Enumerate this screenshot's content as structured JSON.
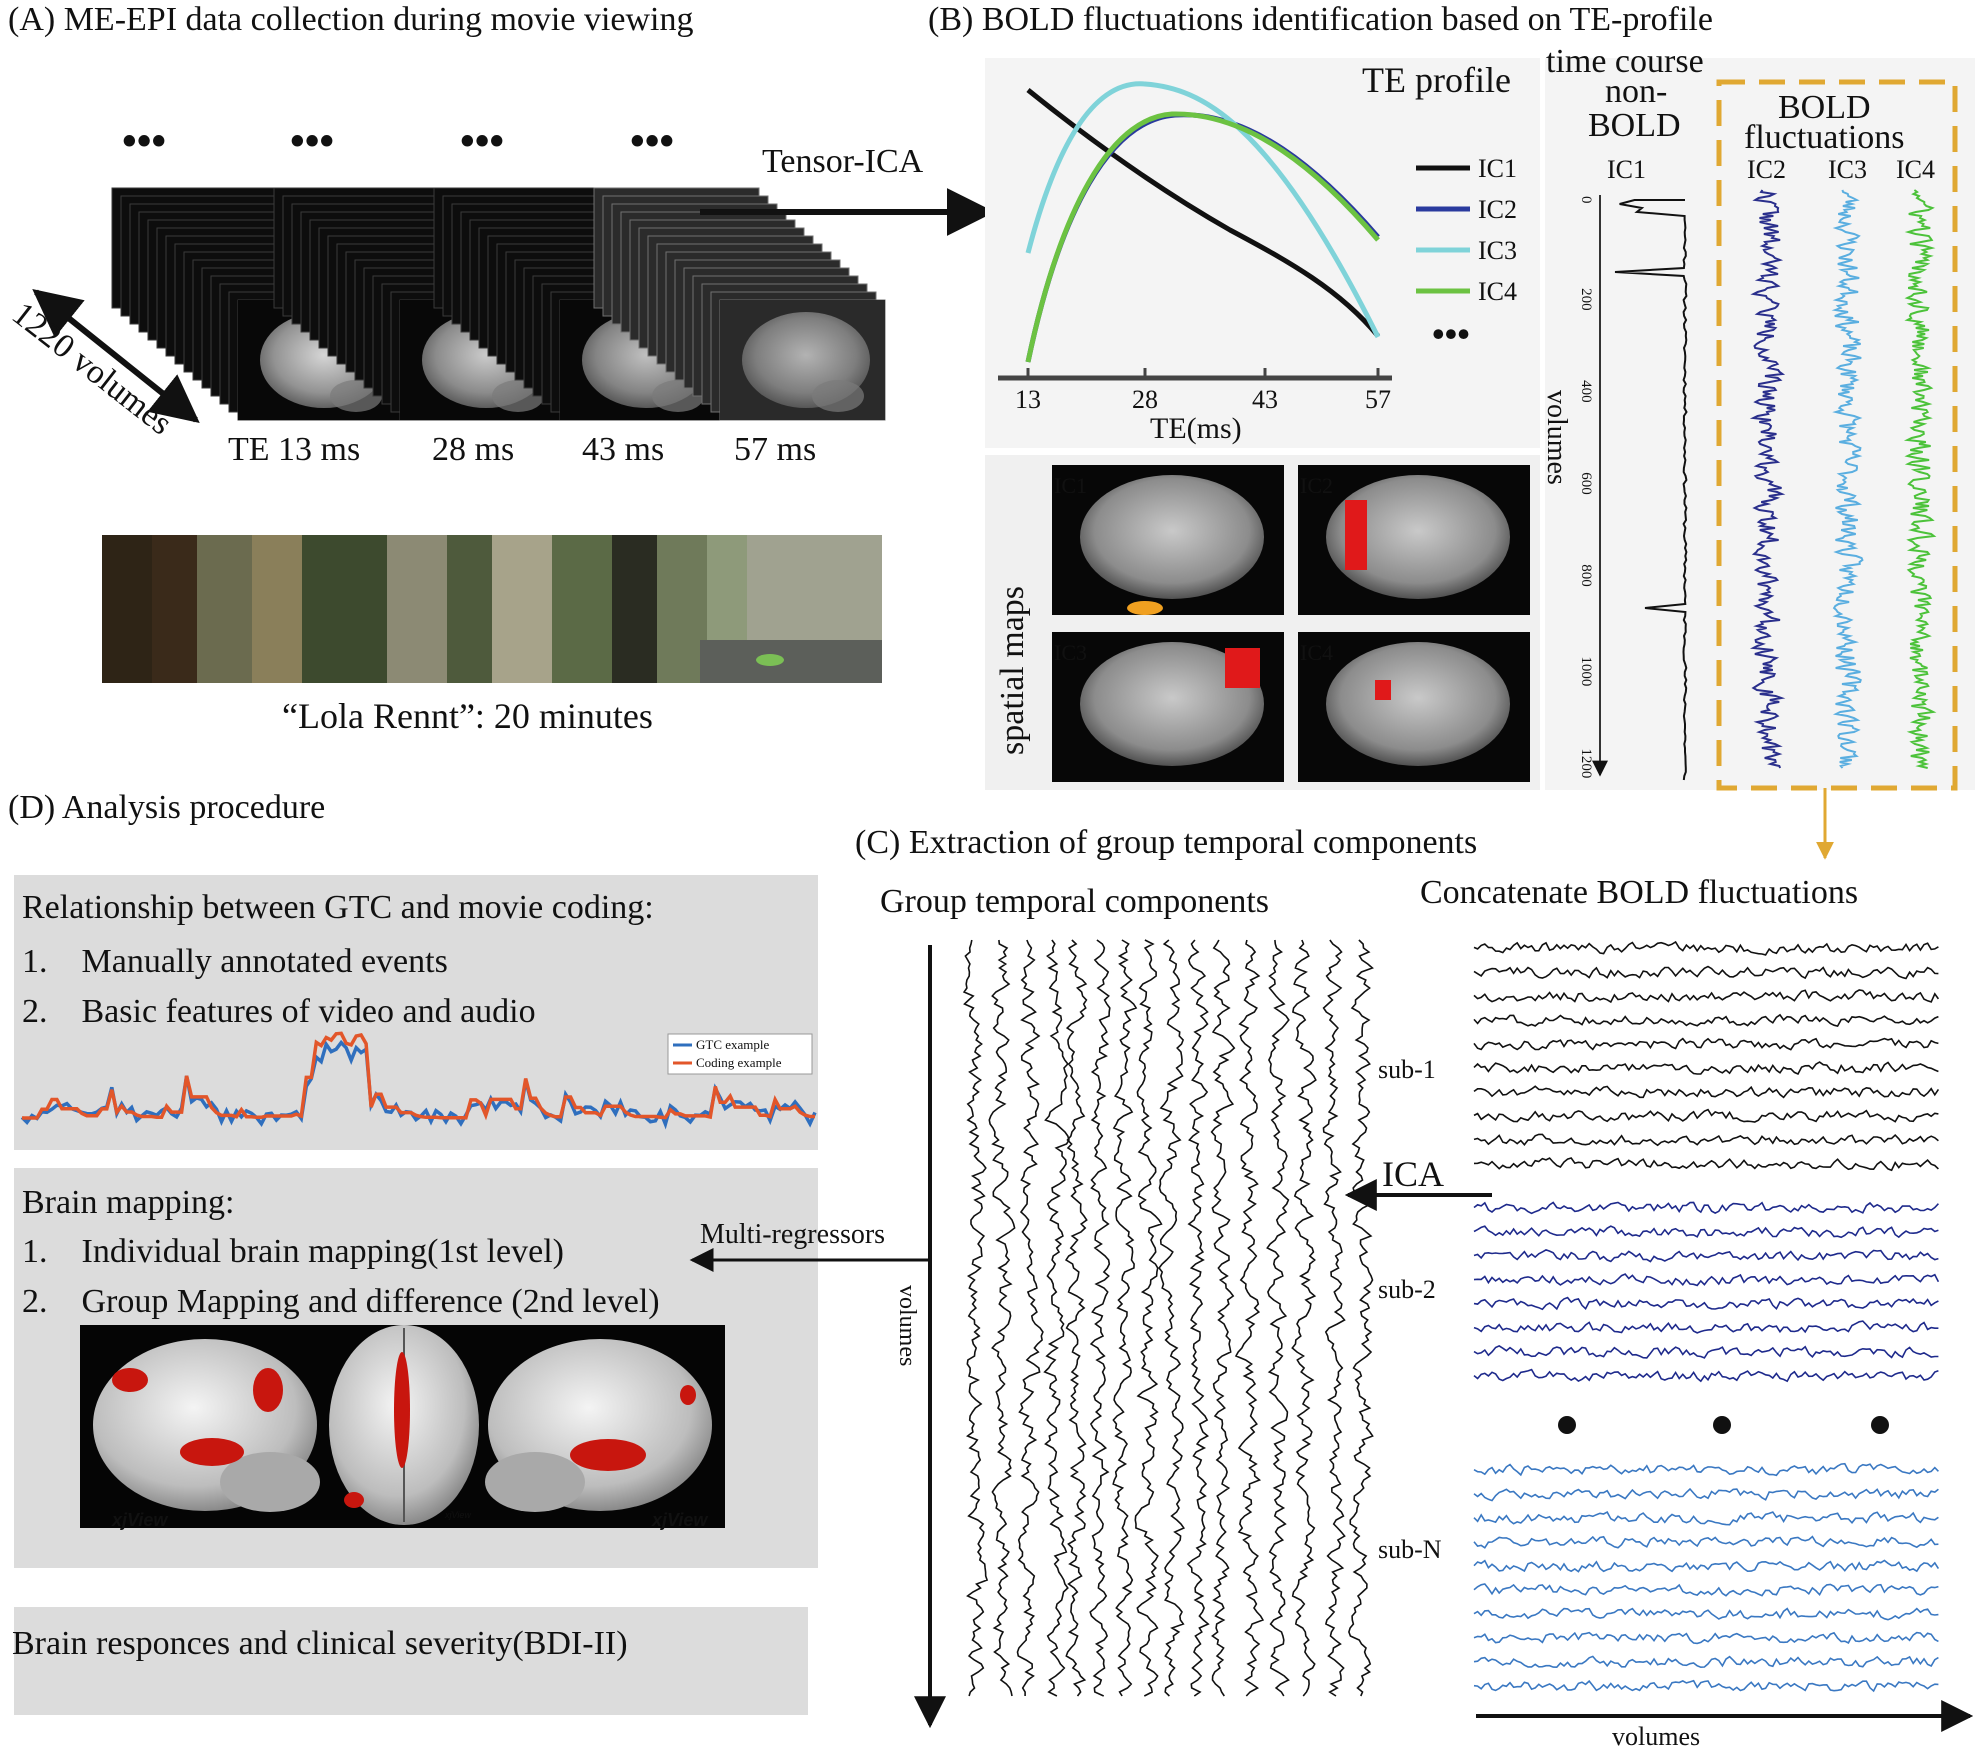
{
  "panels": {
    "a_title": "(A) ME-EPI data collection during movie viewing",
    "b_title": "(B) BOLD fluctuations identification based on TE-profile",
    "c_title": "(C) Extraction of group temporal components",
    "d_title": "(D) Analysis procedure"
  },
  "panel_a": {
    "ellipsis": "•••",
    "volumes_label": "1220 volumes",
    "te_labels": [
      "TE 13 ms",
      "28 ms",
      "43 ms",
      "57 ms"
    ],
    "movie_caption": "“Lola Rennt”: 20 minutes"
  },
  "panel_b": {
    "tensor_ica": "Tensor-ICA",
    "te_profile_title": "TE profile",
    "te_axis": {
      "ticks": [
        "13",
        "28",
        "43",
        "57"
      ],
      "xlabel": "TE(ms)"
    },
    "legend": [
      {
        "name": "IC1",
        "color": "#111111"
      },
      {
        "name": "IC2",
        "color": "#2a3a9e"
      },
      {
        "name": "IC3",
        "color": "#7fd3d9"
      },
      {
        "name": "IC4",
        "color": "#6cc242"
      }
    ],
    "legend_more": "•••",
    "spatial_maps_label": "spatial maps",
    "map_labels": [
      "IC1",
      "IC2",
      "IC3",
      "IC4"
    ],
    "time_course_label": "time course",
    "non_bold": [
      "non-",
      "BOLD"
    ],
    "bold_fluct": [
      "BOLD",
      "fluctuations"
    ],
    "tc_labels": [
      "IC1",
      "IC2",
      "IC3",
      "IC4"
    ],
    "volumes_axis": {
      "label": "volumes",
      "ticks": [
        "0",
        "200",
        "400",
        "600",
        "800",
        "1000",
        "1200"
      ]
    },
    "accent_color": "#e0a832"
  },
  "panel_c": {
    "gtc_title": "Group temporal components",
    "concat_title": "Concatenate BOLD fluctuations",
    "volumes_label": "volumes",
    "ica_label": "ICA",
    "subjects": [
      {
        "name": "sub-1",
        "color": "#111111"
      },
      {
        "name": "sub-2",
        "color": "#1e2a8c"
      },
      {
        "name": "sub-N",
        "color": "#3a78c2"
      }
    ],
    "concat_volumes": "volumes"
  },
  "panel_d": {
    "box1_title": "Relationship between GTC and movie coding:",
    "box1_items": [
      "1.    Manually annotated events",
      "2.    Basic features of video and audio"
    ],
    "legend": [
      {
        "name": "GTC example",
        "color": "#2f6fbe"
      },
      {
        "name": "Coding example",
        "color": "#e2562a"
      }
    ],
    "box2_title": "Brain mapping:",
    "box2_items": [
      "1.    Individual brain mapping(1st level)",
      "2.    Group Mapping and difference (2nd level)"
    ],
    "multi_regressors": "Multi-regressors",
    "xjview": "xjView",
    "box3_title": "Brain responces and clinical severity(BDI-II)"
  }
}
